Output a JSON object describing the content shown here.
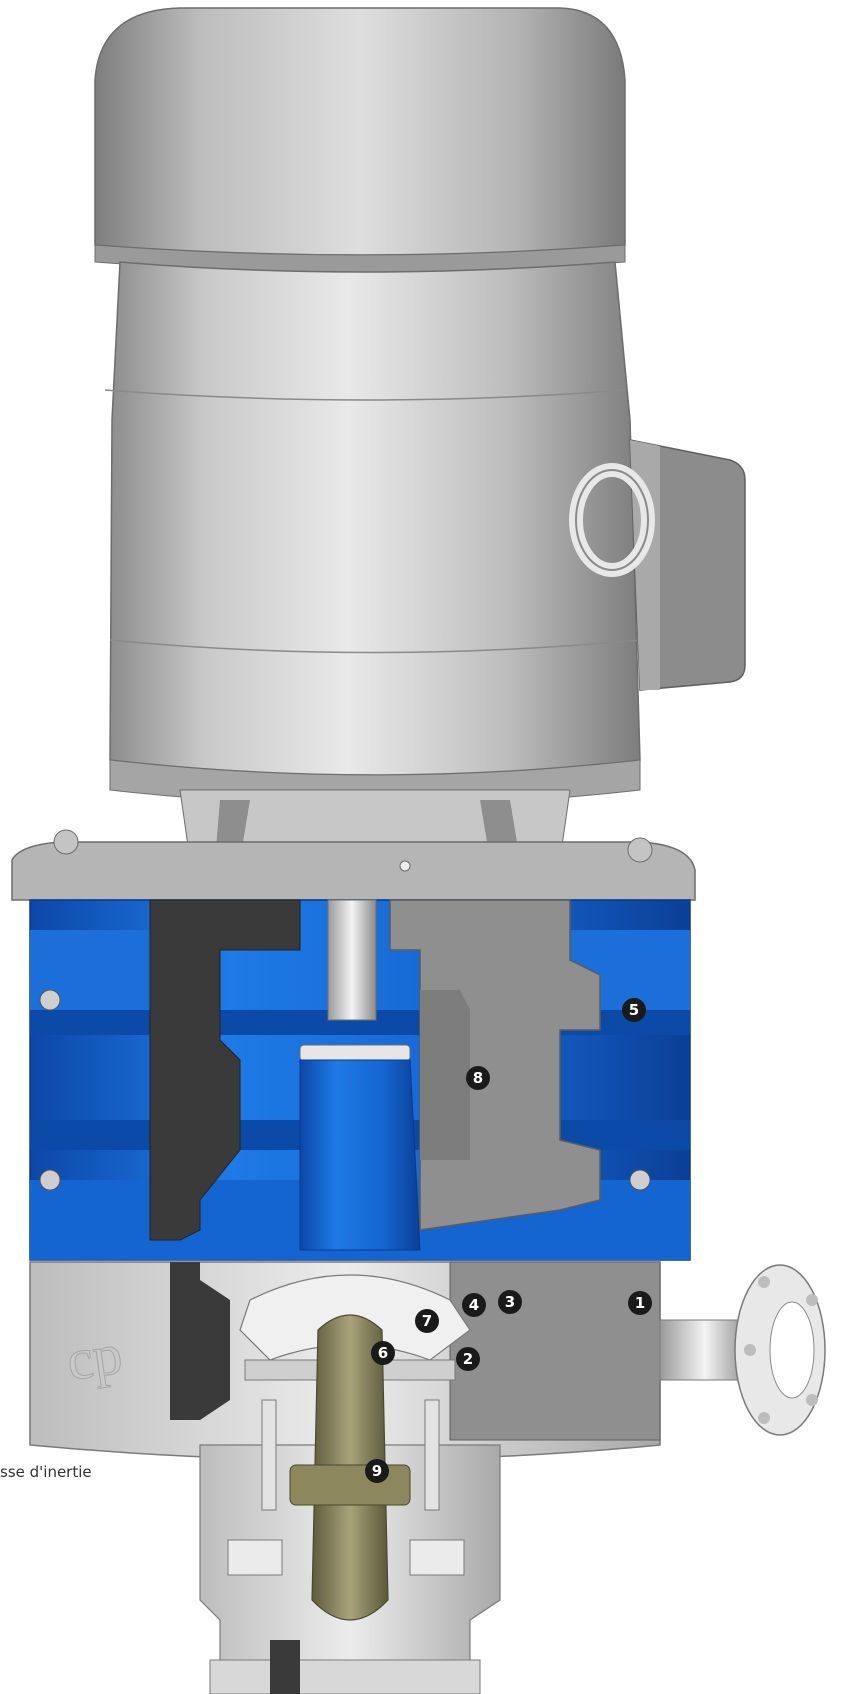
{
  "diagram": {
    "logo_text": "cp",
    "caption_fragment": "sse d'inertie",
    "callouts": [
      {
        "id": "1",
        "label": "1"
      },
      {
        "id": "2",
        "label": "2"
      },
      {
        "id": "3",
        "label": "3"
      },
      {
        "id": "4",
        "label": "4"
      },
      {
        "id": "5",
        "label": "5"
      },
      {
        "id": "6",
        "label": "6"
      },
      {
        "id": "7",
        "label": "7"
      },
      {
        "id": "8",
        "label": "8"
      },
      {
        "id": "9",
        "label": "9"
      }
    ]
  },
  "colors": {
    "motor_gray": "#b9b9b9",
    "section_gray": "#8f8f8f",
    "lantern_blue": "#1565d0",
    "casing_light": "#dcdcdc",
    "dark_cut": "#3a3a3a",
    "shaft_olive": "#7e7a56",
    "callout_bg": "#1a1a1a"
  }
}
